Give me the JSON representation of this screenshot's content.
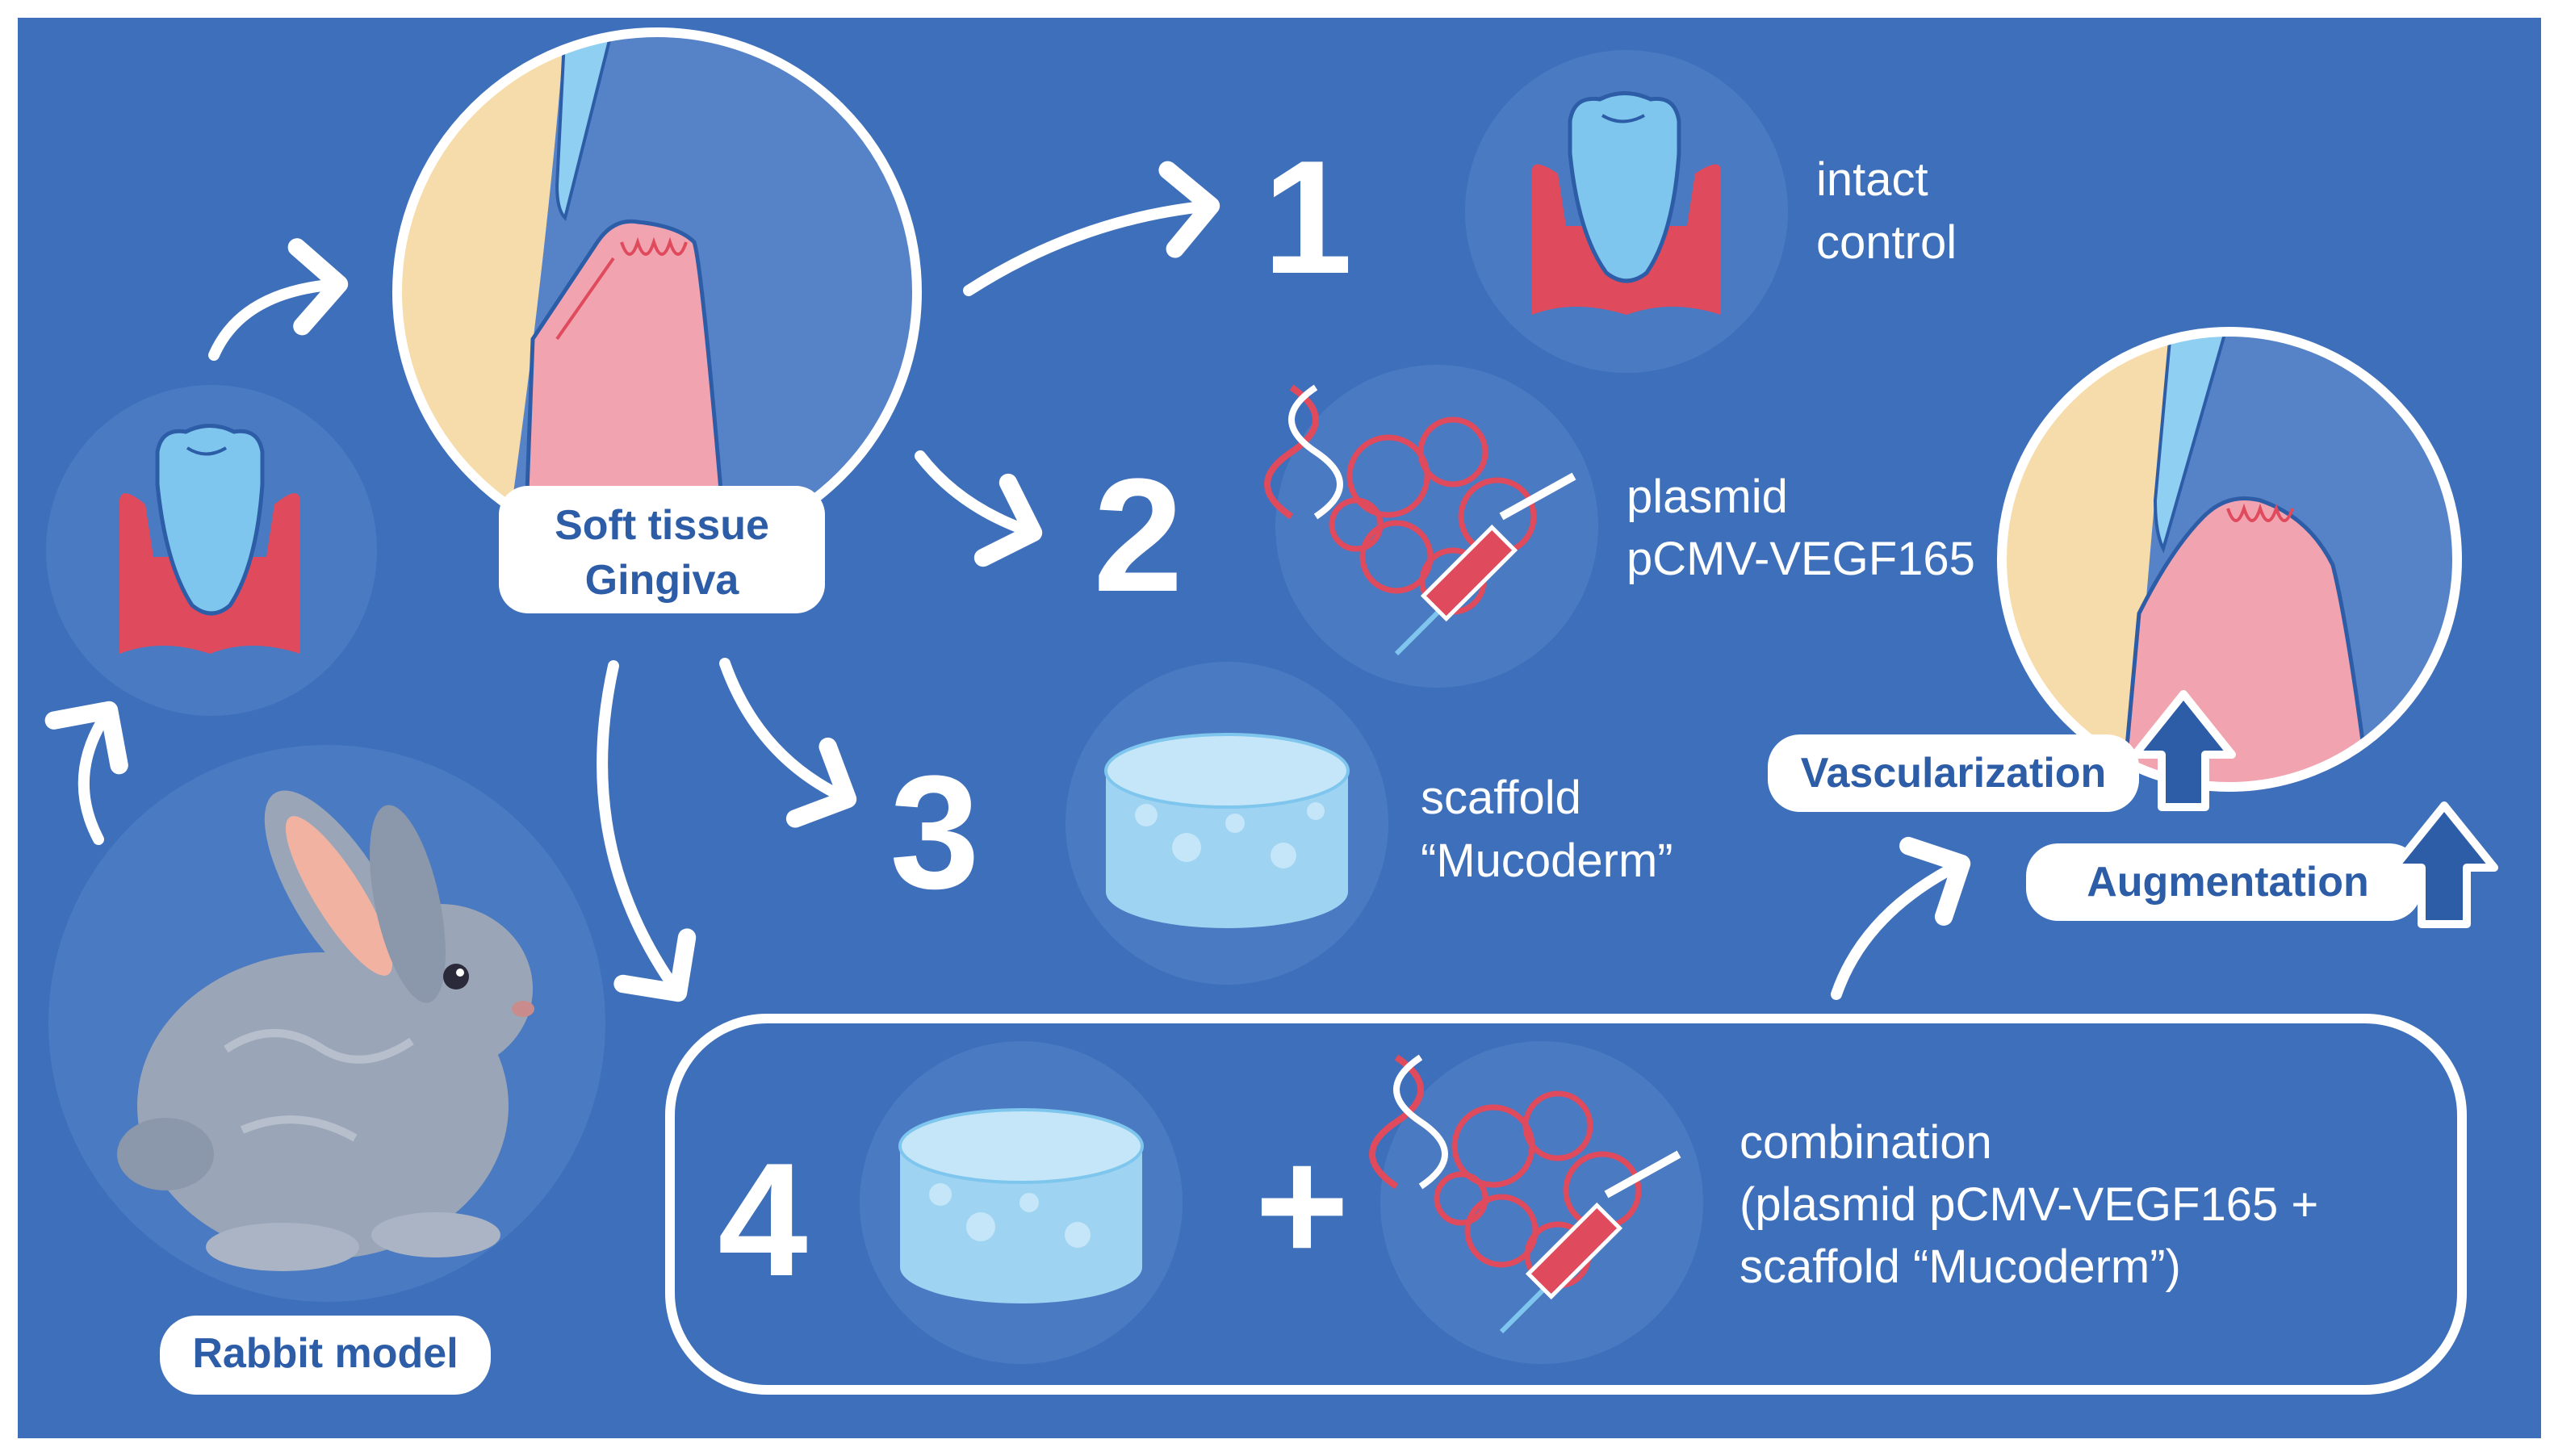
{
  "colors": {
    "background": "#3d6fbb",
    "circle_fill": "#5683c7",
    "white": "#ffffff",
    "label_text": "#2e5da8",
    "gum": "#e04a5d",
    "tooth": "#7fc6ee",
    "tissue_pink": "#f2a3b0",
    "bone_cream": "#f7dcab",
    "scaffold": "#9fd3f2",
    "rabbit": "#9aa6b8"
  },
  "labels": {
    "soft_tissue_line1": "Soft tissue",
    "soft_tissue_line2": "Gingiva",
    "rabbit_model": "Rabbit model",
    "vascularization": "Vascularization",
    "augmentation": "Augmentation"
  },
  "groups": [
    {
      "number": "1",
      "line1": "intact",
      "line2": "control"
    },
    {
      "number": "2",
      "line1": "plasmid",
      "line2": "pCMV-VEGF165"
    },
    {
      "number": "3",
      "line1": "scaffold",
      "line2": "“Mucoderm”"
    },
    {
      "number": "4",
      "line1": "combination",
      "line2": "(plasmid pCMV-VEGF165 +",
      "line3": "scaffold “Mucoderm”)"
    }
  ],
  "plus_sign": "+",
  "icons": [
    "rabbit-icon",
    "tooth-icon",
    "gingiva-cross-section-icon",
    "dna-icon",
    "plasmid-rings-icon",
    "syringe-icon",
    "scaffold-sponge-icon",
    "up-arrow-icon"
  ]
}
